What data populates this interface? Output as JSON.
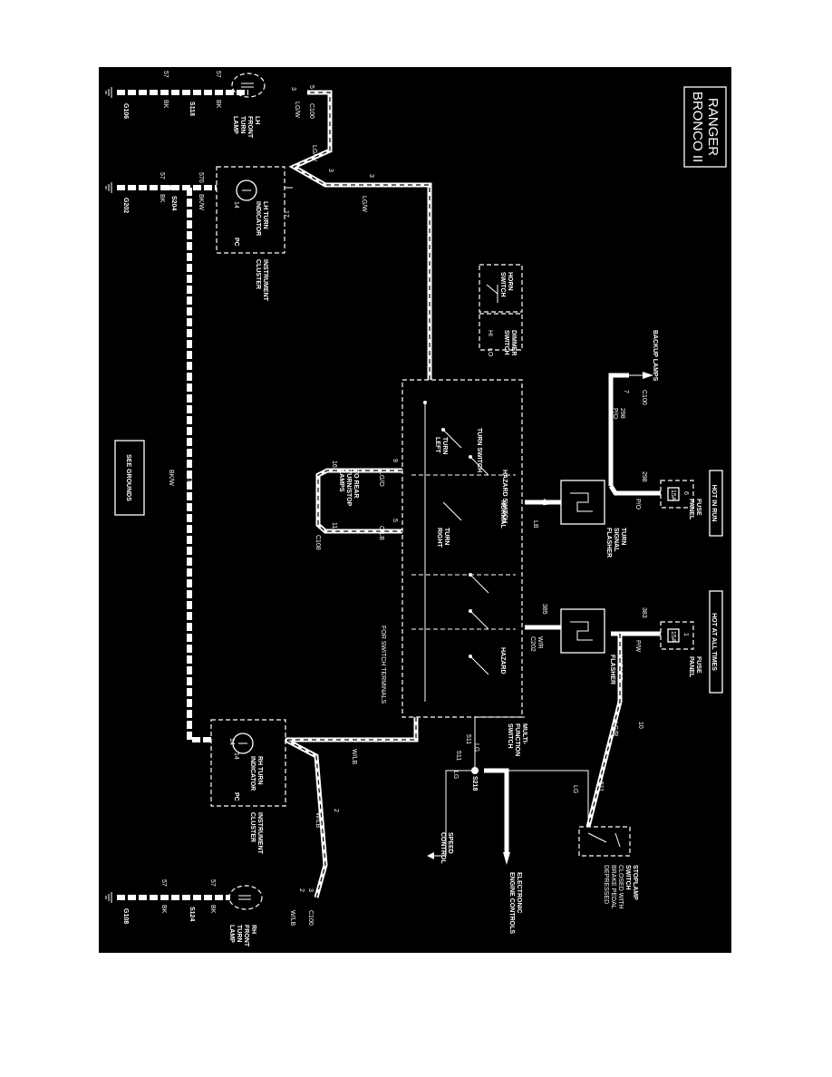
{
  "title": {
    "line1": "RANGER",
    "line2": "BRONCO II"
  },
  "headers": {
    "hot_in_run": "HOT IN RUN",
    "hot_at_all_times": "HOT AT ALL TIMES"
  },
  "fuse_run": {
    "num": "6",
    "amps": "15A",
    "label": "FUSE",
    "label2": "PANEL",
    "wire_num": "298",
    "wire_color": "P/O"
  },
  "fuse_all": {
    "num": "1",
    "amps": "15A",
    "label": "FUSE",
    "label2": "PANEL",
    "wire_num": "383",
    "wire_color": "P/W"
  },
  "flasher_turn": {
    "l1": "TURN",
    "l2": "SIGNAL",
    "l3": "FLASHER"
  },
  "flasher_hazard": {
    "l1": "HAZARD",
    "l2": "FLASHER"
  },
  "backup": {
    "label": "BACKUP LAMPS",
    "conn": "C100",
    "pin": "7",
    "wire_num": "298",
    "wire_color": "P/O"
  },
  "switch": {
    "horn": "HORN",
    "horn2": "SWITCH",
    "dimmer": "DIMMER",
    "dimmer2": "SWITCH",
    "hi": "HI",
    "lo": "LO",
    "turn_switch": "TURN SWITCH",
    "hazard_switch": "HAZARD SWITCH",
    "turn_left": "TURN",
    "turn_left2": "LEFT",
    "turn_right": "TURN",
    "turn_right2": "RIGHT",
    "normal": "NORMAL",
    "hazard": "HAZARD",
    "multi": "MULTI-",
    "multi2": "FUNCTION",
    "multi3": "SWITCH",
    "terminals": "FOR SWITCH TERMINALS"
  },
  "wires": {
    "w44": "44",
    "lb": "LB",
    "w385": "385",
    "wr": "W/R",
    "c202": "C202",
    "w10": "10",
    "lgr": "LG/R",
    "w511": "511",
    "lg": "LG",
    "w3": "3",
    "lgw": "LG/W",
    "w9": "9",
    "lgo": "LG/O",
    "w5": "5",
    "olb": "O/LB",
    "w16": "16",
    "w11": "11",
    "c108": "C108",
    "w570": "570",
    "bkw": "BK/W",
    "w57": "57",
    "bk": "BK",
    "w2": "2",
    "wlb": "W/LB",
    "w14": "14",
    "w17": "17",
    "w5b": "5",
    "c100": "C100"
  },
  "rear": {
    "l1": "TO REAR",
    "l2": "TURN/STOP",
    "l3": "LAMPS"
  },
  "lh_indicator": {
    "l1": "LH TURN",
    "l2": "INDICATOR",
    "pc": "PC",
    "pin1": "17",
    "pin2": "14"
  },
  "rh_indicator": {
    "l1": "RH TURN",
    "l2": "INDICATOR",
    "pc": "PC",
    "pin1": "14"
  },
  "cluster": {
    "l1": "INSTRUMENT",
    "l2": "CLUSTER"
  },
  "lh_front": {
    "l1": "LH",
    "l2": "FRONT",
    "l3": "TURN",
    "l4": "LAMP"
  },
  "rh_front": {
    "l1": "RH",
    "l2": "FRONT",
    "l3": "TURN",
    "l4": "LAMP"
  },
  "splices": {
    "s118": "S118",
    "s204": "S204",
    "s124": "S124",
    "s218": "S218"
  },
  "grounds": {
    "g106": "G106",
    "g202": "G202",
    "g108": "G108",
    "see": "SEE GROUNDS"
  },
  "stoplamp": {
    "l1": "STOPLAMP",
    "l2": "SWITCH",
    "l3": "CLOSED WITH",
    "l4": "BRAKE PEDAL",
    "l5": "DEPRESSED"
  },
  "eec": {
    "l1": "ELECTRONIC",
    "l2": "ENGINE CONTROLS"
  },
  "speed": {
    "l1": "SPEED",
    "l2": "CONTROL"
  }
}
